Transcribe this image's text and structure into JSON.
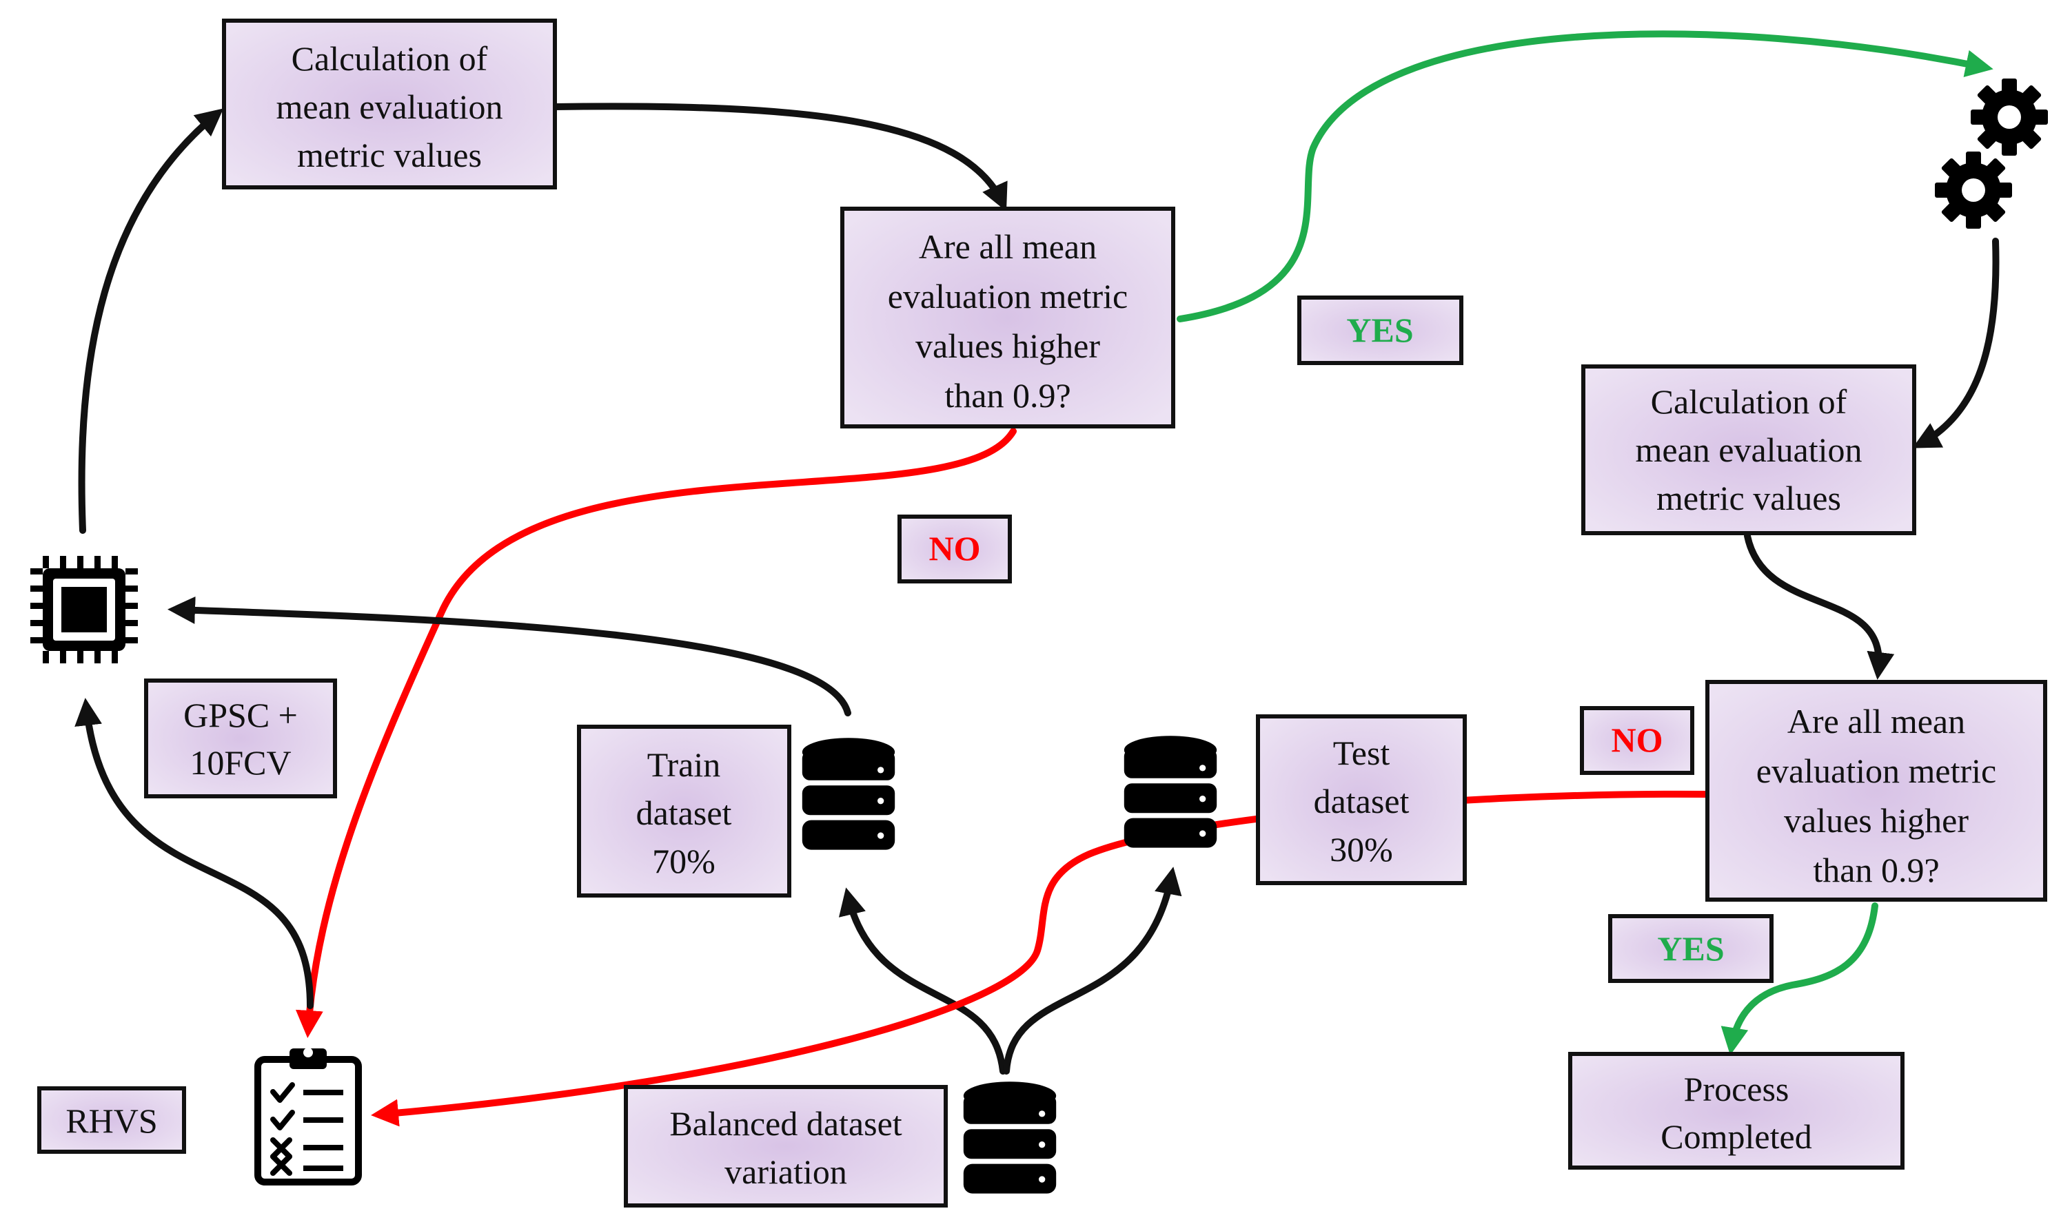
{
  "colors": {
    "box_fill_center": "#d8c3e6",
    "box_fill_edge": "#ece2f3",
    "box_border": "#111111",
    "arrow_black": "#111111",
    "arrow_red": "#ff0000",
    "arrow_green": "#1fac4c",
    "yes_text": "#1fac4c",
    "no_text": "#ff0000"
  },
  "boxes": {
    "calc_mean_left": {
      "lines": [
        "Calculation of",
        "mean evaluation",
        "metric values"
      ]
    },
    "question_top": {
      "lines": [
        "Are all mean",
        "evaluation metric",
        "values higher",
        "than 0.9?"
      ]
    },
    "calc_mean_right": {
      "lines": [
        "Calculation of",
        "mean evaluation",
        "metric values"
      ]
    },
    "question_right": {
      "lines": [
        "Are all mean",
        "evaluation metric",
        "values higher",
        "than 0.9?"
      ]
    },
    "process_completed": {
      "lines": [
        "Process",
        "Completed"
      ]
    },
    "gpsc": {
      "lines": [
        "GPSC +",
        "10FCV"
      ]
    },
    "train_dataset": {
      "lines": [
        "Train",
        "dataset",
        "70%"
      ]
    },
    "test_dataset": {
      "lines": [
        "Test",
        "dataset",
        "30%"
      ]
    },
    "balanced_dataset": {
      "lines": [
        "Balanced dataset",
        "variation"
      ]
    },
    "rhvs": {
      "lines": [
        "RHVS"
      ]
    }
  },
  "labels": {
    "yes_top": "YES",
    "no_top": "NO",
    "no_right": "NO",
    "yes_right": "YES"
  },
  "icons": {
    "cpu": "cpu-chip-icon",
    "gears": "gears-icon",
    "clipboard": "clipboard-checklist-icon",
    "database": "database-icon"
  }
}
